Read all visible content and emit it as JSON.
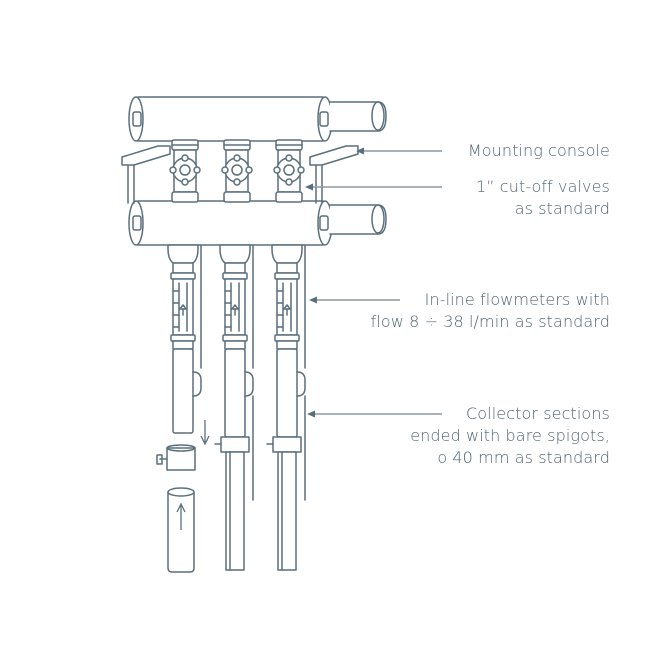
{
  "colors": {
    "line": "#5a6f7c",
    "text": "#4f6470",
    "background": "#ffffff"
  },
  "labels": {
    "mounting_console": [
      "Mounting console"
    ],
    "cutoff_valves": [
      "1” cut-off valves",
      "as standard"
    ],
    "flowmeters": [
      "In-line flowmeters with",
      "flow 8 ÷ 38 l/min as standard"
    ],
    "collector_sections": [
      "Collector sections",
      "ended with bare spigots,",
      "o 40 mm as standard"
    ]
  },
  "icons": [
    "arrow-down-icon",
    "arrow-up-icon"
  ]
}
